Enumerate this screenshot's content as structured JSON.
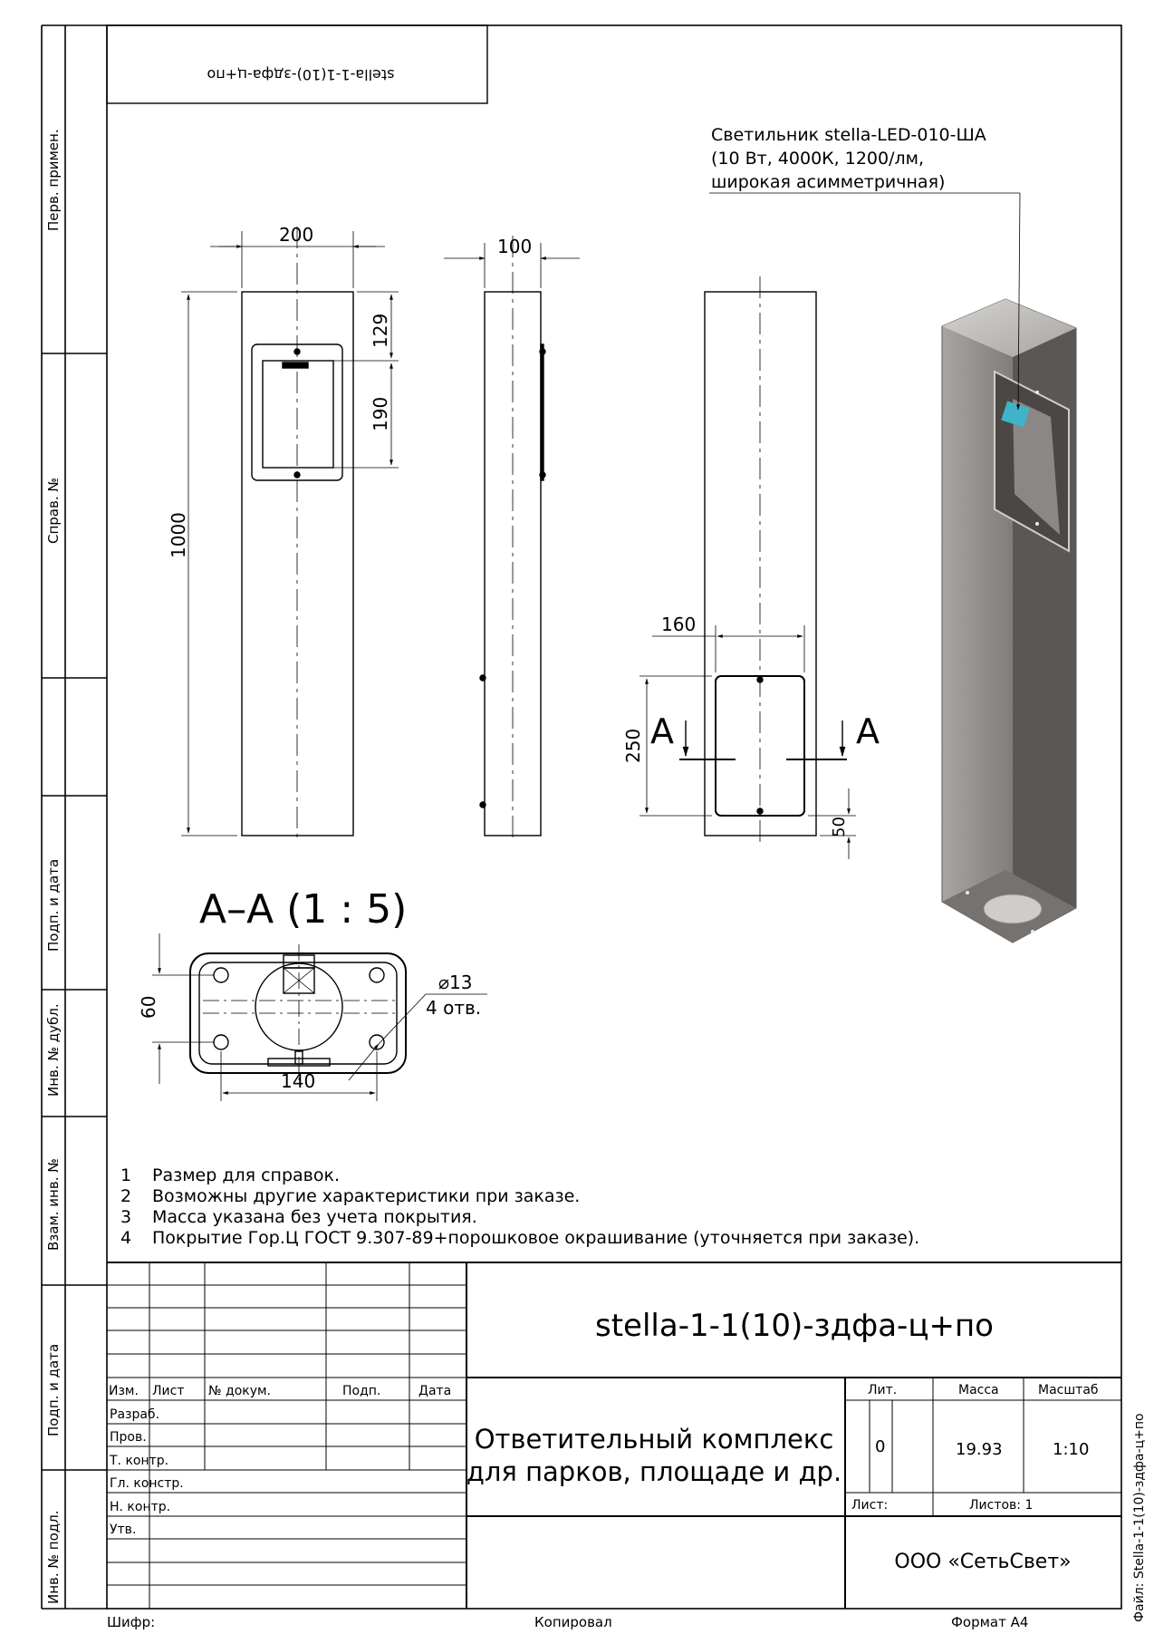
{
  "top_stamp": "stella-1-1(10)-здфа-ц+по",
  "left_strip": {
    "perv_primen": "Перв. примен.",
    "sprav_no": "Справ. №",
    "podp_data_1": "Подп. и дата",
    "inv_dubl": "Инв. № дубл.",
    "vzam_inv": "Взам. инв. №",
    "podp_data_2": "Подп. и дата",
    "inv_podl": "Инв. № подл."
  },
  "lamp_callout": {
    "line1": "Светильник stella-LED-010-ША",
    "line2": "(10 Вт, 4000К, 1200/лм,",
    "line3": "широкая асимметричная)"
  },
  "dimensions": {
    "front_width": "200",
    "side_width": "100",
    "height_total": "1000",
    "window_top": "129",
    "window_h": "190",
    "base_width": "160",
    "base_h": "250",
    "base_bottom": "50",
    "section_w": "140",
    "section_h": "60",
    "hole_d": "⌀13",
    "hole_count": "4 отв."
  },
  "section": {
    "letter_left": "А",
    "letter_right": "А",
    "title": "А–А (1 : 5)"
  },
  "notes": [
    {
      "n": "1",
      "text": "Размер для справок."
    },
    {
      "n": "2",
      "text": "Возможны другие характеристики при заказе."
    },
    {
      "n": "3",
      "text": "Масса указана без учета покрытия."
    },
    {
      "n": "4",
      "text": "Покрытие Гор.Ц ГОСТ 9.307-89+порошковое окрашивание (уточняется при заказе)."
    }
  ],
  "title_block": {
    "designation": "stella-1-1(10)-здфа-ц+по",
    "name_line1": "Ответительный комплекс",
    "name_line2": "для парков, площаде и др.",
    "col_izm": "Изм.",
    "col_list": "Лист",
    "col_dokum": "№ докум.",
    "col_podp": "Подп.",
    "col_data": "Дата",
    "razrab": "Разраб.",
    "prov": "Пров.",
    "tkontr": "Т. контр.",
    "glkonstr": "Гл. констр.",
    "nkontr": "Н. контр.",
    "utv": "Утв.",
    "lit_label": "Лит.",
    "massa_label": "Масса",
    "masshtab_label": "Масштаб",
    "lit_value": "0",
    "massa_value": "19.93",
    "masshtab_value": "1:10",
    "list_label": "Лист:",
    "listov_label": "Листов: 1",
    "company": "ООО «СетьСвет»"
  },
  "footer": {
    "shifr": "Шифр:",
    "kopiroval": "Копировал",
    "format": "Формат А4"
  },
  "file_label": "Файл: Stella-1-1(10)-здфа-ц+по"
}
